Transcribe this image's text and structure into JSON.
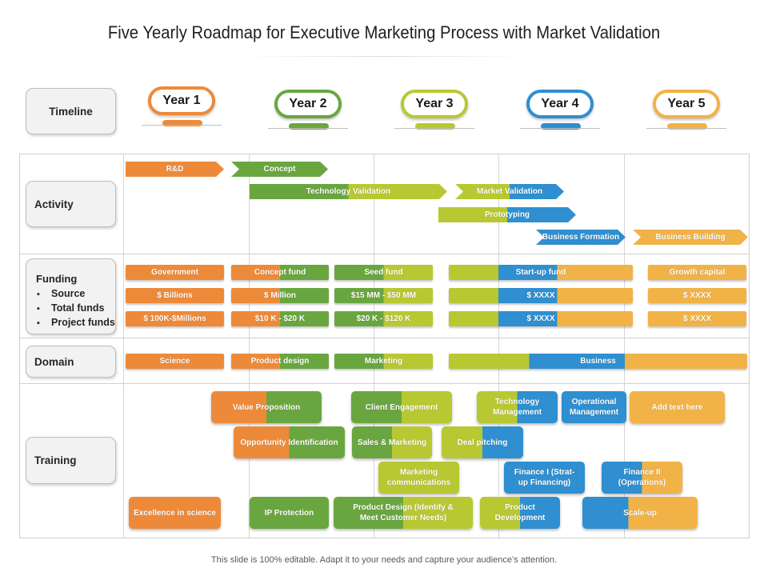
{
  "title": "Five Yearly Roadmap for Executive Marketing Process with Market Validation",
  "footer": "This slide is 100% editable.  Adapt it to your needs and capture your audience’s attention.",
  "labels": {
    "timeline": "Timeline",
    "activity": "Activity",
    "funding": "Funding",
    "funding_items": [
      "Source",
      "Total funds",
      "Project funds"
    ],
    "domain": "Domain",
    "training": "Training"
  },
  "years": [
    {
      "label": "Year 1",
      "color": "#ed8a3a"
    },
    {
      "label": "Year 2",
      "color": "#6aa640"
    },
    {
      "label": "Year 3",
      "color": "#b8c832"
    },
    {
      "label": "Year 4",
      "color": "#2f8fd0"
    },
    {
      "label": "Year 5",
      "color": "#f1b347"
    }
  ],
  "activity": {
    "rd": "R&D",
    "concept": "Concept",
    "technology_validation": "Technology Validation",
    "market_validation": "Market Validation",
    "prototyping": "Prototyping",
    "business_formation": "Business Formation",
    "business_building": "Business Building"
  },
  "funding": {
    "source": [
      "Government",
      "Concept fund",
      "Seed fund",
      "Start-up fund",
      "Growth capital"
    ],
    "total": [
      "$ Billions",
      "$ Million",
      "$15 MM - $50 MM",
      "$ XXXX",
      "$ XXXX"
    ],
    "project": [
      "$ 100K-$Millions",
      "$10 K - $20 K",
      "$20 K - $120 K",
      "$ XXXX",
      "$ XXXX"
    ]
  },
  "domain": [
    "Science",
    "Product design",
    "Marketing",
    "Business"
  ],
  "training": {
    "value_proposition": "Value Proposition",
    "client_engagement": "Client Engagement",
    "technology_management": "Technology Management",
    "operational_management": "Operational Management",
    "add_text": "Add text here",
    "opportunity_identification": "Opportunity Identification",
    "sales_marketing": "Sales & Marketing",
    "deal_pitching": "Deal pitching",
    "marketing_communications": "Marketing communications",
    "finance_1": "Finance I (Strat-up Financing)",
    "finance_2": "Finance II (Operations)",
    "excellence_science": "Excellence in science",
    "ip_protection": "IP Protection",
    "product_design": "Product Design (Identify & Meet Customer Needs)",
    "product_development": "Product Development",
    "scale_up": "Scale-up"
  }
}
